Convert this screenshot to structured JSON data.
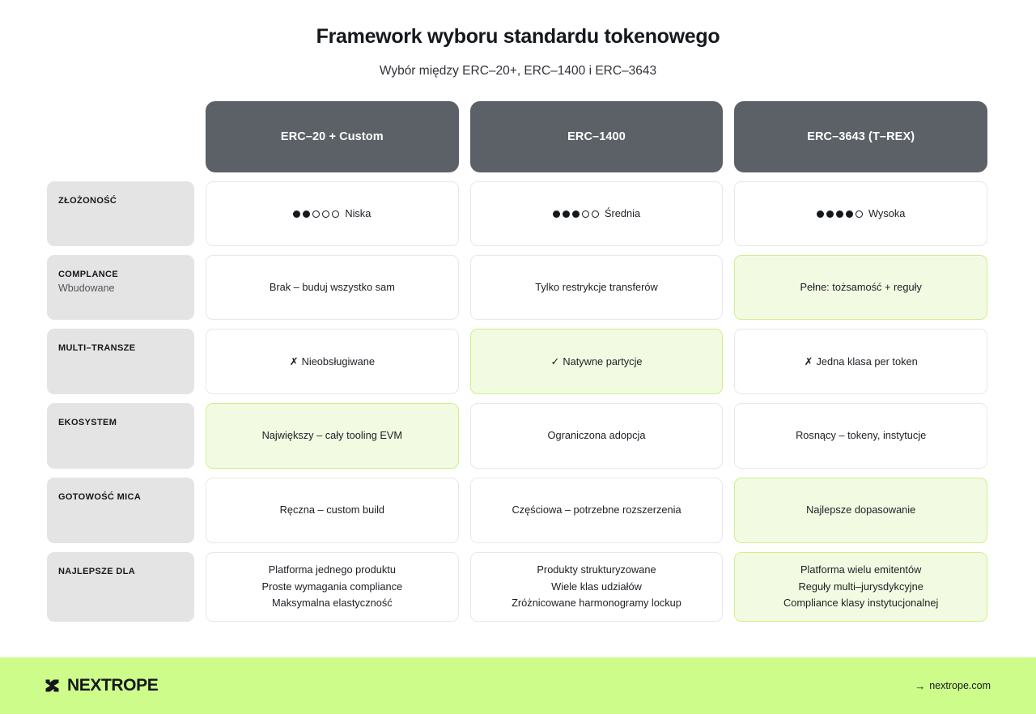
{
  "header": {
    "title": "Framework wyboru standardu tokenowego",
    "subtitle": "Wybór między ERC–20+, ERC–1400 i ERC–3643"
  },
  "columns": [
    {
      "label": "ERC–20 + Custom"
    },
    {
      "label": "ERC–1400"
    },
    {
      "label": "ERC–3643 (T–REX)"
    }
  ],
  "rows": [
    {
      "label": "ZŁOŻONOŚĆ",
      "sublabel": "",
      "cells": [
        {
          "type": "rating",
          "filled": 2,
          "total": 5,
          "text": "Niska",
          "highlight": false
        },
        {
          "type": "rating",
          "filled": 3,
          "total": 5,
          "text": "Średnia",
          "highlight": false
        },
        {
          "type": "rating",
          "filled": 4,
          "total": 5,
          "text": "Wysoka",
          "highlight": false
        }
      ]
    },
    {
      "label": "COMPLANCE",
      "sublabel": "Wbudowane",
      "cells": [
        {
          "type": "text",
          "lines": [
            "Brak – buduj wszystko sam"
          ],
          "highlight": false
        },
        {
          "type": "text",
          "lines": [
            "Tylko restrykcje transferów"
          ],
          "highlight": false
        },
        {
          "type": "text",
          "lines": [
            "Pełne: tożsamość + reguły"
          ],
          "highlight": true
        }
      ]
    },
    {
      "label": "MULTI–TRANSZE",
      "sublabel": "",
      "cells": [
        {
          "type": "mark",
          "mark": "✗",
          "text": "Nieobsługiwane",
          "highlight": false
        },
        {
          "type": "mark",
          "mark": "✓",
          "text": "Natywne partycje",
          "highlight": true
        },
        {
          "type": "mark",
          "mark": "✗",
          "text": "Jedna klasa per token",
          "highlight": false
        }
      ]
    },
    {
      "label": "EKOSYSTEM",
      "sublabel": "",
      "cells": [
        {
          "type": "text",
          "lines": [
            "Największy – cały tooling EVM"
          ],
          "highlight": true
        },
        {
          "type": "text",
          "lines": [
            "Ograniczona adopcja"
          ],
          "highlight": false
        },
        {
          "type": "text",
          "lines": [
            "Rosnący – tokeny, instytucje"
          ],
          "highlight": false
        }
      ]
    },
    {
      "label": "GOTOWOŚĆ MICA",
      "sublabel": "",
      "cells": [
        {
          "type": "text",
          "lines": [
            "Ręczna – custom build"
          ],
          "highlight": false
        },
        {
          "type": "text",
          "lines": [
            "Częściowa – potrzebne rozszerzenia"
          ],
          "highlight": false
        },
        {
          "type": "text",
          "lines": [
            "Najlepsze dopasowanie"
          ],
          "highlight": true
        }
      ]
    },
    {
      "label": "NAJLEPSZE DLA",
      "sublabel": "",
      "cells": [
        {
          "type": "text",
          "lines": [
            "Platforma jednego produktu",
            "Proste wymagania compliance",
            "Maksymalna elastyczność"
          ],
          "highlight": false
        },
        {
          "type": "text",
          "lines": [
            "Produkty strukturyzowane",
            "Wiele klas udziałów",
            "Zróżnicowane harmonogramy lockup"
          ],
          "highlight": false
        },
        {
          "type": "text",
          "lines": [
            "Platforma wielu emitentów",
            "Reguły multi–jurysdykcyjne",
            "Compliance klasy instytucjonalnej"
          ],
          "highlight": true
        }
      ]
    }
  ],
  "footer": {
    "brand": "NEXTROPE",
    "link": "nextrope.com",
    "arrow": "→"
  },
  "colors": {
    "header_card": "#5b6167",
    "row_label_card": "#e4e4e4",
    "highlight_fill": "#f2fbe2",
    "highlight_border": "#cdf08a",
    "footer_band": "#cdfc8a"
  }
}
